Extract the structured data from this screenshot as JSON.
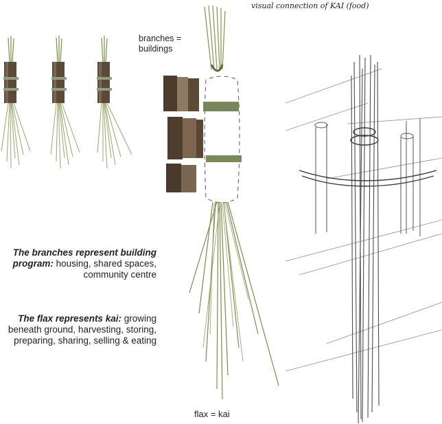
{
  "annotations": {
    "visual_connection": "visual connection of KAI (food)",
    "branches_label": "branches = buildings",
    "flax_label": "flax = kai"
  },
  "text_blocks": {
    "branches": {
      "lead": "The branches represent building program:",
      "body": " housing, shared spaces, community centre"
    },
    "flax": {
      "lead": "The flax represents kai:",
      "body": " growing beneath ground, harvesting, storing, preparing, sharing, selling & eating"
    }
  }
}
